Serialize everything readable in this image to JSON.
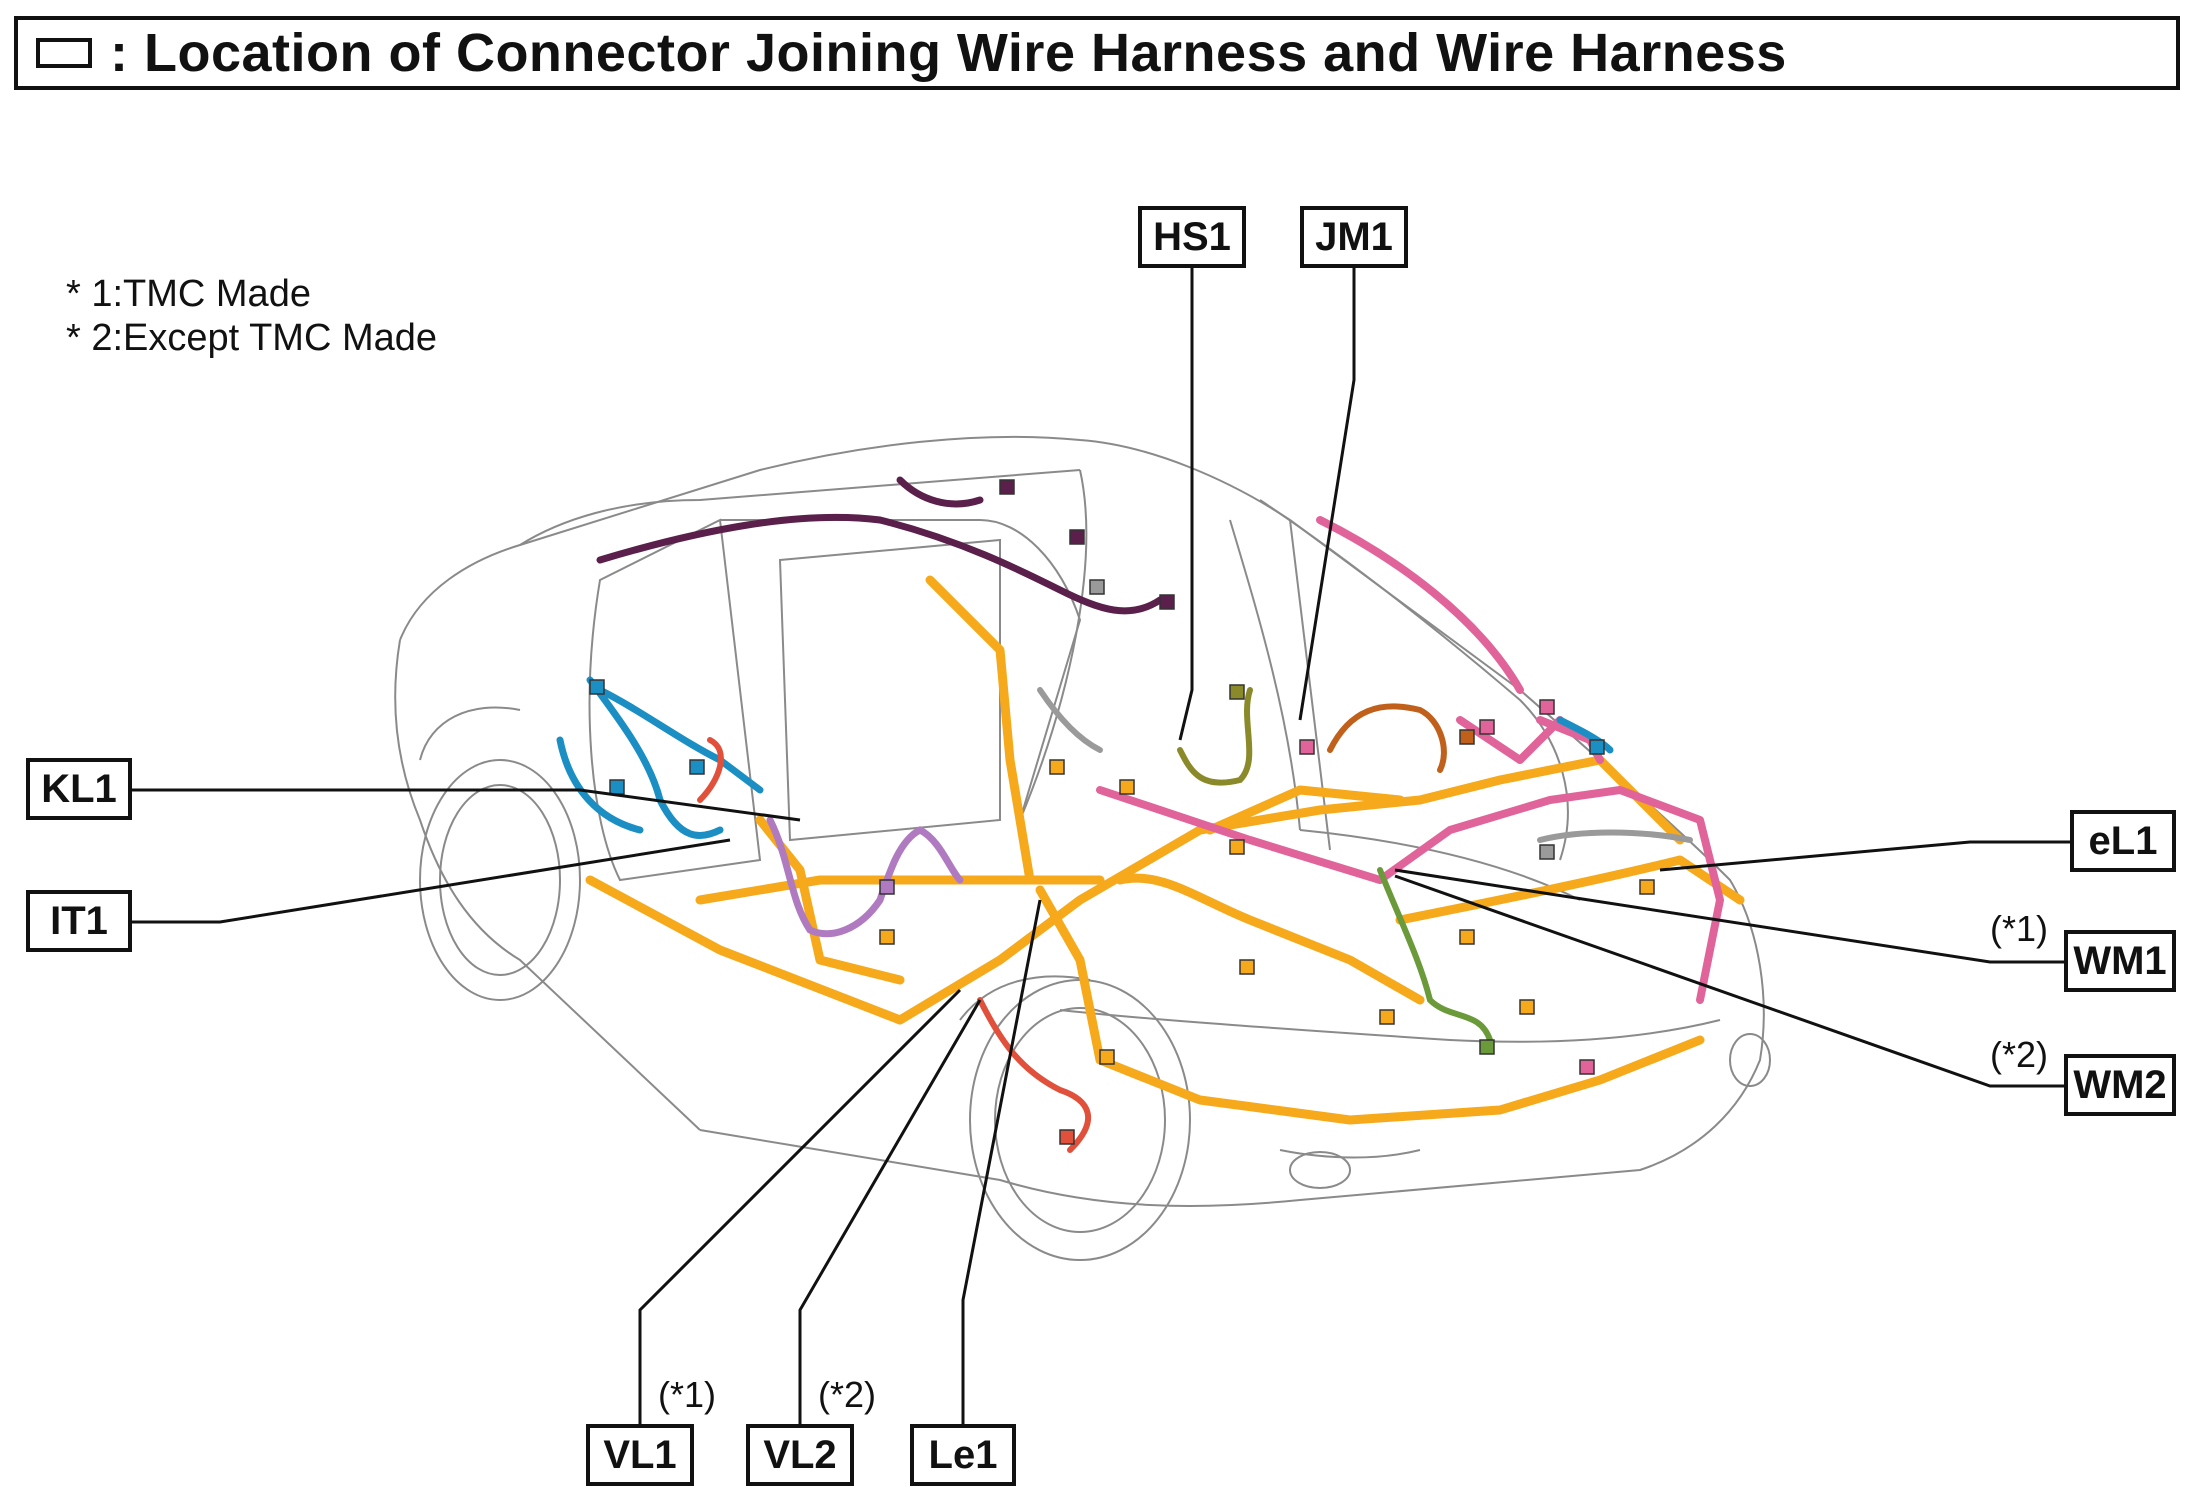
{
  "header": {
    "title": ": Location of Connector Joining Wire Harness and Wire Harness"
  },
  "legend": [
    "* 1:TMC Made",
    "* 2:Except TMC Made"
  ],
  "connectors": {
    "HS1": "HS1",
    "JM1": "JM1",
    "KL1": "KL1",
    "IT1": "IT1",
    "eL1": "eL1",
    "WM1": "WM1",
    "WM2": "WM2",
    "VL1": "VL1",
    "VL2": "VL2",
    "Le1": "Le1"
  },
  "notes": {
    "WM1": "(*1)",
    "WM2": "(*2)",
    "VL1": "(*1)",
    "VL2": "(*2)"
  },
  "colors": {
    "orange_harness": "#f5a91b",
    "pink_harness": "#e0649a",
    "blue_harness": "#1b8fc4",
    "purple_harness": "#b07ac0",
    "dark_purple_harness": "#5a1f4a",
    "olive_harness": "#8a8a2a",
    "green_harness": "#6a9a3a",
    "red_harness": "#e0503a",
    "brown_harness": "#c0601a",
    "grey_harness": "#9a9a9a",
    "outline": "#8a8a8a"
  }
}
